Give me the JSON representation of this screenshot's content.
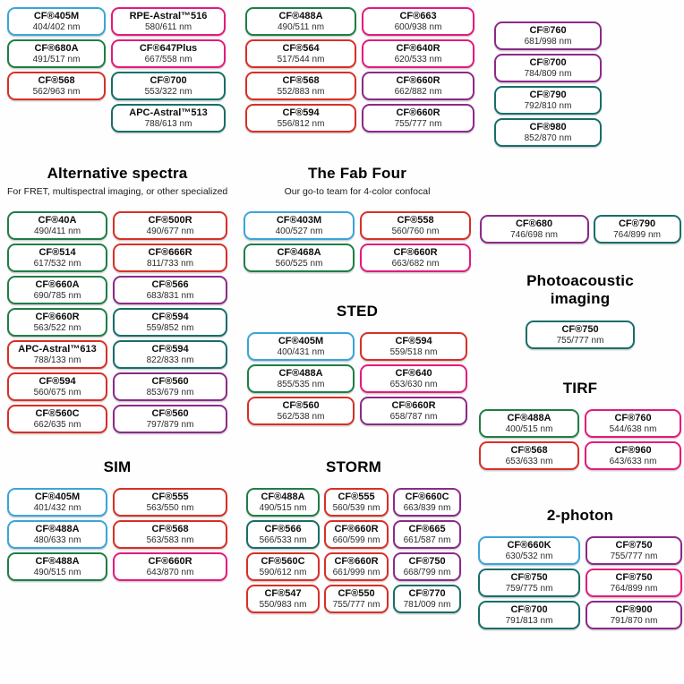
{
  "colors": {
    "blue": "#3aa5db",
    "green": "#1f7e46",
    "teal": "#176e69",
    "red": "#d92f27",
    "pink": "#e41a7c",
    "purple": "#8b2a89"
  },
  "sections": {
    "top_left": {
      "columns": [
        [
          {
            "name": "CF®405M",
            "value": "404/402 nm",
            "color": "blue"
          },
          {
            "name": "CF®680A",
            "value": "491/517 nm",
            "color": "green"
          },
          {
            "name": "CF®568",
            "value": "562/963 nm",
            "color": "red"
          }
        ],
        [
          {
            "name": "RPE-Astral™516",
            "value": "580/611 nm",
            "color": "pink"
          },
          {
            "name": "CF®647Plus",
            "value": "667/558 nm",
            "color": "pink"
          },
          {
            "name": "CF®700",
            "value": "553/322 nm",
            "color": "teal"
          },
          {
            "name": "APC-Astral™513",
            "value": "788/613 nm",
            "color": "teal"
          }
        ]
      ]
    },
    "top_mid": {
      "columns": [
        [
          {
            "name": "CF®488A",
            "value": "490/511 nm",
            "color": "green"
          },
          {
            "name": "CF®564",
            "value": "517/544 nm",
            "color": "red"
          },
          {
            "name": "CF®568",
            "value": "552/883 nm",
            "color": "red"
          },
          {
            "name": "CF®594",
            "value": "556/812 nm",
            "color": "red"
          }
        ],
        [
          {
            "name": "CF®663",
            "value": "600/938 nm",
            "color": "pink"
          },
          {
            "name": "CF®640R",
            "value": "620/533 nm",
            "color": "pink"
          },
          {
            "name": "CF®660R",
            "value": "662/882 nm",
            "color": "purple"
          },
          {
            "name": "CF®660R",
            "value": "755/777 nm",
            "color": "purple"
          }
        ]
      ]
    },
    "top_right": {
      "columns": [
        [
          {
            "name": "CF®760",
            "value": "681/998 nm",
            "color": "purple"
          },
          {
            "name": "CF®700",
            "value": "784/809 nm",
            "color": "purple"
          },
          {
            "name": "CF®790",
            "value": "792/810 nm",
            "color": "teal"
          },
          {
            "name": "CF®980",
            "value": "852/870 nm",
            "color": "teal"
          }
        ]
      ]
    },
    "alt": {
      "title": "Alternative spectra",
      "subtitle": "For FRET, multispectral imaging, or other specialized",
      "columns": [
        [
          {
            "name": "CF®40A",
            "value": "490/411 nm",
            "color": "green"
          },
          {
            "name": "CF®514",
            "value": "617/532 nm",
            "color": "green"
          },
          {
            "name": "CF®660A",
            "value": "690/785 nm",
            "color": "green"
          },
          {
            "name": "CF®660R",
            "value": "563/522 nm",
            "color": "green"
          },
          {
            "name": "APC-Astral™613",
            "value": "788/133 nm",
            "color": "red"
          },
          {
            "name": "CF®594",
            "value": "560/675 nm",
            "color": "red"
          },
          {
            "name": "CF®560C",
            "value": "662/635 nm",
            "color": "red"
          }
        ],
        [
          {
            "name": "CF®500R",
            "value": "490/677 nm",
            "color": "red"
          },
          {
            "name": "CF®666R",
            "value": "811/733 nm",
            "color": "red"
          },
          {
            "name": "CF®566",
            "value": "683/831 nm",
            "color": "purple"
          },
          {
            "name": "CF®594",
            "value": "559/852 nm",
            "color": "teal"
          },
          {
            "name": "CF®594",
            "value": "822/833 nm",
            "color": "teal"
          },
          {
            "name": "CF®560",
            "value": "853/679 nm",
            "color": "purple"
          },
          {
            "name": "CF®560",
            "value": "797/879 nm",
            "color": "purple"
          }
        ]
      ]
    },
    "fab": {
      "title": "The Fab Four",
      "subtitle": "Our go-to team for 4-color confocal",
      "columns": [
        [
          {
            "name": "CF®403M",
            "value": "400/527 nm",
            "color": "blue"
          },
          {
            "name": "CF®468A",
            "value": "560/525 nm",
            "color": "green"
          }
        ],
        [
          {
            "name": "CF®558",
            "value": "560/760 nm",
            "color": "red"
          },
          {
            "name": "CF®660R",
            "value": "663/682 nm",
            "color": "pink"
          }
        ]
      ]
    },
    "sted": {
      "title": "STED",
      "columns": [
        [
          {
            "name": "CF®405M",
            "value": "400/431 nm",
            "color": "blue"
          },
          {
            "name": "CF®488A",
            "value": "855/535 nm",
            "color": "green"
          },
          {
            "name": "CF®560",
            "value": "562/538 nm",
            "color": "red"
          }
        ],
        [
          {
            "name": "CF®594",
            "value": "559/518 nm",
            "color": "red"
          },
          {
            "name": "CF®640",
            "value": "653/630 nm",
            "color": "pink"
          },
          {
            "name": "CF®660R",
            "value": "658/787 nm",
            "color": "purple"
          }
        ]
      ]
    },
    "pair": {
      "columns": [
        [
          {
            "name": "CF®680",
            "value": "746/698 nm",
            "color": "purple",
            "w": 122
          },
          {
            "name": "CF®790",
            "value": "764/899 nm",
            "color": "teal",
            "w": 98
          }
        ]
      ]
    },
    "photo": {
      "title": "Photoacoustic imaging",
      "columns": [
        [
          {
            "name": "CF®750",
            "value": "755/777 nm",
            "color": "teal",
            "w": 122
          }
        ]
      ]
    },
    "tirf": {
      "title": "TIRF",
      "columns": [
        [
          {
            "name": "CF®488A",
            "value": "400/515 nm",
            "color": "green"
          },
          {
            "name": "CF®568",
            "value": "653/633 nm",
            "color": "red"
          }
        ],
        [
          {
            "name": "CF®760",
            "value": "544/638 nm",
            "color": "pink"
          },
          {
            "name": "CF®960",
            "value": "643/633 nm",
            "color": "pink"
          }
        ]
      ]
    },
    "sim": {
      "title": "SIM",
      "columns": [
        [
          {
            "name": "CF®405M",
            "value": "401/432 nm",
            "color": "blue"
          },
          {
            "name": "CF®488A",
            "value": "480/633 nm",
            "color": "blue"
          },
          {
            "name": "CF®488A",
            "value": "490/515 nm",
            "color": "green"
          }
        ],
        [
          {
            "name": "CF®555",
            "value": "563/550 nm",
            "color": "red"
          },
          {
            "name": "CF®568",
            "value": "563/583 nm",
            "color": "red"
          },
          {
            "name": "CF®660R",
            "value": "643/870 nm",
            "color": "pink"
          }
        ]
      ]
    },
    "storm": {
      "title": "STORM",
      "columns": [
        [
          {
            "name": "CF®488A",
            "value": "490/515 nm",
            "color": "green"
          },
          {
            "name": "CF®566",
            "value": "566/533 nm",
            "color": "teal"
          },
          {
            "name": "CF®560C",
            "value": "590/612 nm",
            "color": "red"
          },
          {
            "name": "CF®547",
            "value": "550/983 nm",
            "color": "red"
          }
        ],
        [
          {
            "name": "CF®555",
            "value": "560/539 nm",
            "color": "red"
          },
          {
            "name": "CF®660R",
            "value": "660/599 nm",
            "color": "red"
          },
          {
            "name": "CF®660R",
            "value": "661/999 nm",
            "color": "red"
          },
          {
            "name": "CF®550",
            "value": "755/777 nm",
            "color": "red"
          }
        ],
        [
          {
            "name": "CF®660C",
            "value": "663/839 nm",
            "color": "purple"
          },
          {
            "name": "CF®665",
            "value": "661/587 nm",
            "color": "purple"
          },
          {
            "name": "CF®750",
            "value": "668/799 nm",
            "color": "purple"
          },
          {
            "name": "CF®770",
            "value": "781/009 nm",
            "color": "teal"
          }
        ]
      ]
    },
    "twophoton": {
      "title": "2-photon",
      "columns": [
        [
          {
            "name": "CF®660K",
            "value": "630/532 nm",
            "color": "blue"
          },
          {
            "name": "CF®750",
            "value": "759/775 nm",
            "color": "teal"
          },
          {
            "name": "CF®700",
            "value": "791/813 nm",
            "color": "teal"
          }
        ],
        [
          {
            "name": "CF®750",
            "value": "755/777 nm",
            "color": "purple"
          },
          {
            "name": "CF®750",
            "value": "764/899 nm",
            "color": "pink"
          },
          {
            "name": "CF®900",
            "value": "791/870 nm",
            "color": "purple"
          }
        ]
      ]
    }
  }
}
